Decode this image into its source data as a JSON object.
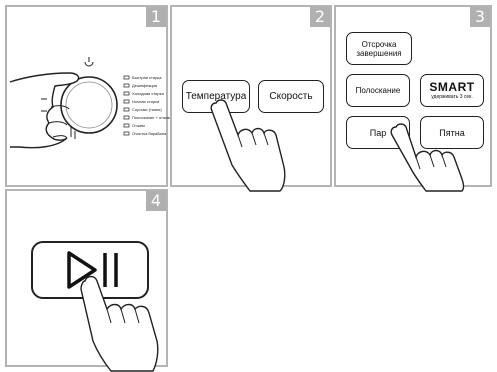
{
  "steps": [
    {
      "number": "1"
    },
    {
      "number": "2"
    },
    {
      "number": "3"
    },
    {
      "number": "4"
    }
  ],
  "panel1": {
    "programs": [
      "Быстрая стирка",
      "Дезинфекция",
      "Холодная стирка",
      "Ночная стирка",
      "Сорочки (ткани)",
      "Полоскание + отжим",
      "Отжим",
      "Очистка барабана"
    ]
  },
  "panel2": {
    "temperature_label": "Температура",
    "speed_label": "Скорость"
  },
  "panel3": {
    "delay_label_line1": "Отсрочка",
    "delay_label_line2": "завершения",
    "rinse_label": "Полоскание",
    "smart_label": "SMART",
    "smart_hint": "удерживать 3 сек.",
    "steam_label": "Пар",
    "stain_label": "Пятна"
  },
  "panel4": {
    "start_pause_icon": "play-pause-icon"
  }
}
